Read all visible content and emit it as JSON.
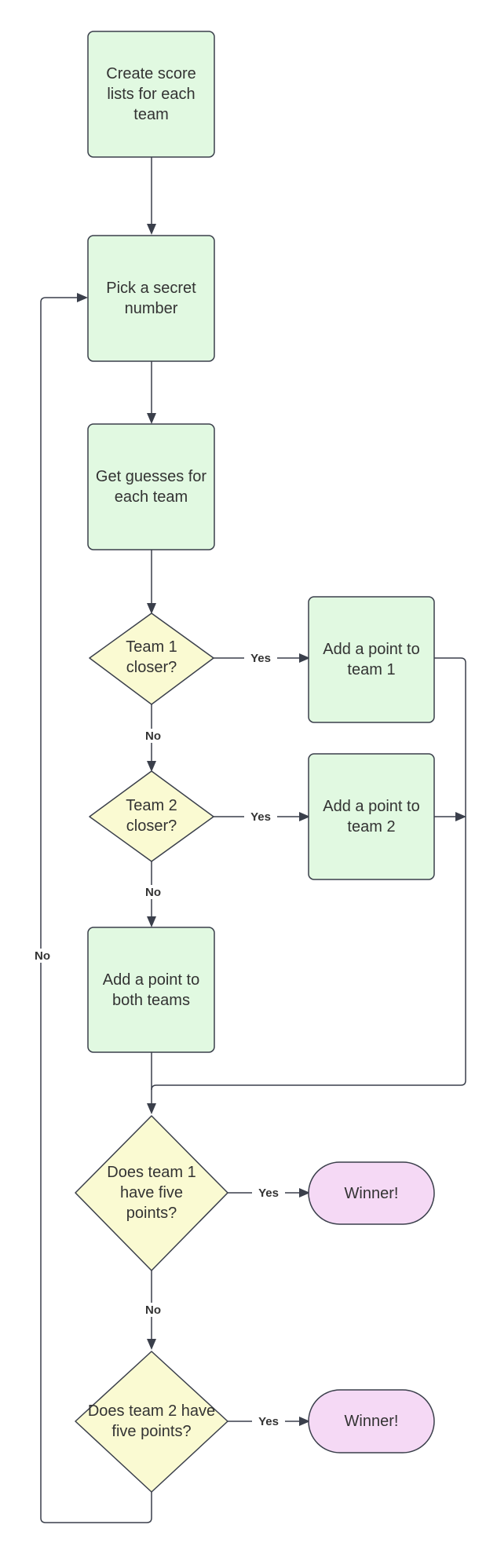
{
  "colors": {
    "process_fill": "#e1f9e1",
    "decision_fill": "#fafad2",
    "terminal_fill": "#f5d9f5",
    "stroke": "#3a3f4b",
    "text": "#333333"
  },
  "nodes": {
    "create_lists": "Create score lists for each team",
    "pick_number": "Pick a secret number",
    "get_guesses": "Get guesses for each team",
    "team1_closer": "Team 1 closer?",
    "add_point_team1": "Add a point to team 1",
    "team2_closer": "Team 2 closer?",
    "add_point_team2": "Add a point to team 2",
    "add_point_both": "Add a point to both teams",
    "team1_five": "Does team 1 have five points?",
    "winner_1": "Winner!",
    "team2_five": "Does team 2 have five points?",
    "winner_2": "Winner!"
  },
  "edge_labels": {
    "team1_yes": "Yes",
    "team1_no": "No",
    "team2_yes": "Yes",
    "team2_no": "No",
    "five1_yes": "Yes",
    "five1_no": "No",
    "five2_yes": "Yes",
    "five2_no": "No"
  }
}
